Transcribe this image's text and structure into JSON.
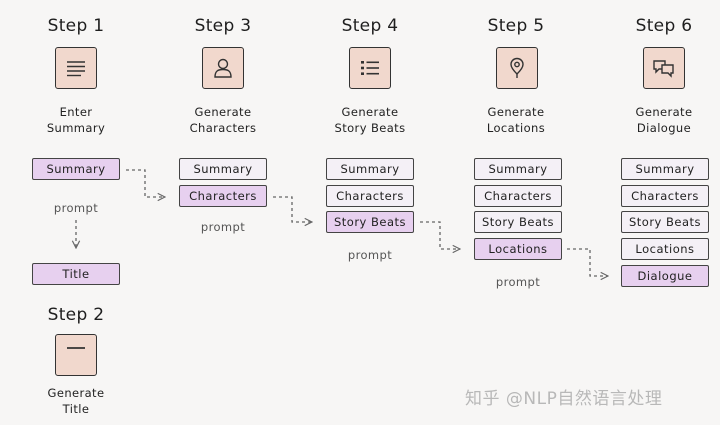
{
  "steps": [
    {
      "title": "Step 1",
      "caption": [
        "Enter",
        "Summary"
      ],
      "icon": "document-lines-icon"
    },
    {
      "title": "Step 2",
      "caption": [
        "Generate",
        "Title"
      ],
      "icon": "title-bar-icon"
    },
    {
      "title": "Step 3",
      "caption": [
        "Generate",
        "Characters"
      ],
      "icon": "person-icon"
    },
    {
      "title": "Step 4",
      "caption": [
        "Generate",
        "Story Beats"
      ],
      "icon": "list-icon"
    },
    {
      "title": "Step 5",
      "caption": [
        "Generate",
        "Locations"
      ],
      "icon": "location-pin-icon"
    },
    {
      "title": "Step 6",
      "caption": [
        "Generate",
        "Dialogue"
      ],
      "icon": "chat-bubbles-icon"
    }
  ],
  "boxes": {
    "step1_input": "Summary",
    "step1_output": "Title",
    "step3": [
      "Summary",
      "Characters"
    ],
    "step4": [
      "Summary",
      "Characters",
      "Story Beats"
    ],
    "step5": [
      "Summary",
      "Characters",
      "Story Beats",
      "Locations"
    ],
    "step6": [
      "Summary",
      "Characters",
      "Story Beats",
      "Locations",
      "Dialogue"
    ]
  },
  "prompt_label": "prompt",
  "watermark": "知乎 @NLP自然语言处理",
  "colors": {
    "icon_fill": "#f1d8cd",
    "box_fill": "#f4f0f6",
    "highlight_fill": "#e7d0ef",
    "background": "#f7f6f5"
  }
}
